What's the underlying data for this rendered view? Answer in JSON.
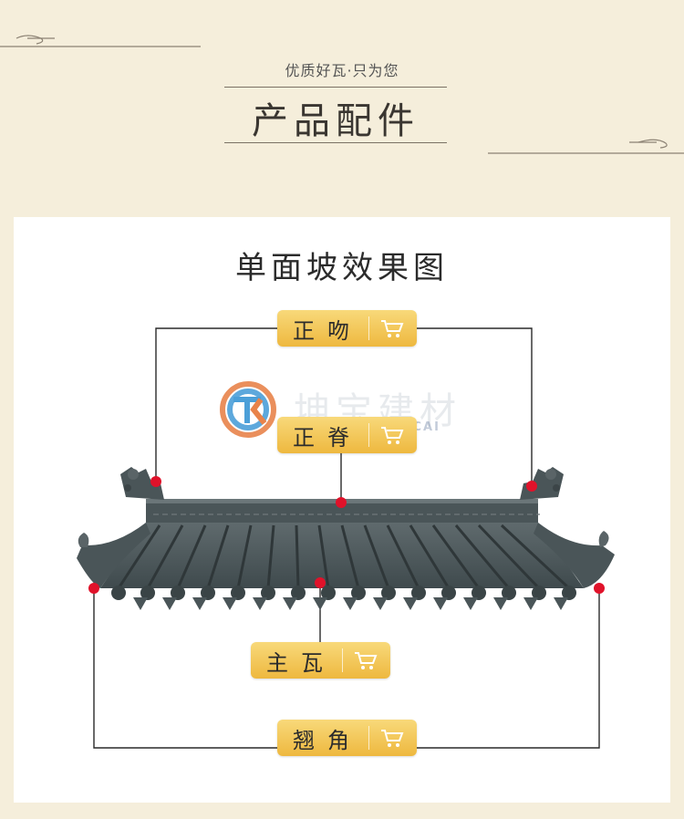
{
  "header": {
    "subtitle": "优质好瓦·只为您",
    "title": "产品配件"
  },
  "card": {
    "title": "单面坡效果图"
  },
  "watermark": {
    "company_cn": "坤宝建材",
    "company_en": "KUN  BAO  JIAN  CAI",
    "logo_letters": "TK"
  },
  "labels": {
    "zhengwen": "正吻",
    "zhengji": "正脊",
    "zhuwa": "主瓦",
    "qiaojiao": "翘角"
  },
  "icons": {
    "cart": "shopping-cart-icon"
  },
  "colors": {
    "background": "#f5eedb",
    "button_top": "#f8d97a",
    "button_bottom": "#eeb83f",
    "tile": "#4a5558",
    "marker": "#e0122a"
  }
}
